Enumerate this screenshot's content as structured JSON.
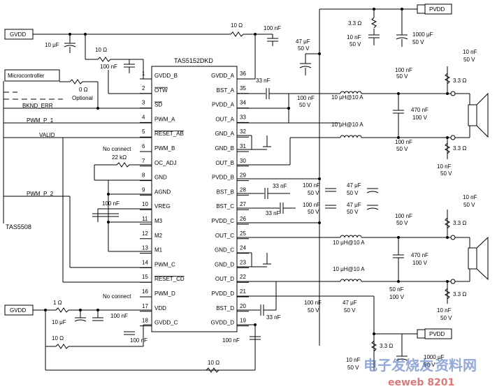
{
  "chip": {
    "name": "TAS5152DKD"
  },
  "controller": {
    "name": "TAS5508"
  },
  "left_boxes": {
    "gvdd_top": "GVDD",
    "gvdd_bottom": "GVDD",
    "microcontroller": "Microcontroller"
  },
  "left_signals": {
    "bknd_err": "BKND_ERR",
    "pwm_p1": "PWM_P_1",
    "valid": "VALID",
    "pwm_p2": "PWM_P_2",
    "optional": "Optional",
    "r0": "0 Ω"
  },
  "right_boxes": {
    "pvdd_top": "PVDD",
    "pvdd_bottom": "PVDD"
  },
  "pins_left": [
    {
      "num": "1",
      "name": "GVDD_B"
    },
    {
      "num": "2",
      "name": "OTW"
    },
    {
      "num": "3",
      "name": "SD"
    },
    {
      "num": "4",
      "name": "PWM_A"
    },
    {
      "num": "5",
      "name": "RESET_AB"
    },
    {
      "num": "6",
      "name": "PWM_B"
    },
    {
      "num": "7",
      "name": "OC_ADJ"
    },
    {
      "num": "8",
      "name": "GND"
    },
    {
      "num": "9",
      "name": "AGND"
    },
    {
      "num": "10",
      "name": "VREG"
    },
    {
      "num": "11",
      "name": "M3"
    },
    {
      "num": "12",
      "name": "M2"
    },
    {
      "num": "13",
      "name": "M1"
    },
    {
      "num": "14",
      "name": "PWM_C"
    },
    {
      "num": "15",
      "name": "RESET_CD"
    },
    {
      "num": "16",
      "name": "PWM_D"
    },
    {
      "num": "17",
      "name": "VDD"
    },
    {
      "num": "18",
      "name": "GVDD_C"
    }
  ],
  "pins_right": [
    {
      "num": "36",
      "name": "GVDD_A"
    },
    {
      "num": "35",
      "name": "BST_A"
    },
    {
      "num": "34",
      "name": "PVDD_A"
    },
    {
      "num": "33",
      "name": "OUT_A"
    },
    {
      "num": "32",
      "name": "GND_A"
    },
    {
      "num": "31",
      "name": "GND_B"
    },
    {
      "num": "30",
      "name": "OUT_B"
    },
    {
      "num": "29",
      "name": "PVDD_B"
    },
    {
      "num": "28",
      "name": "BST_B"
    },
    {
      "num": "27",
      "name": "BST_C"
    },
    {
      "num": "26",
      "name": "PVDD_C"
    },
    {
      "num": "25",
      "name": "OUT_C"
    },
    {
      "num": "24",
      "name": "GND_C"
    },
    {
      "num": "23",
      "name": "GND_D"
    },
    {
      "num": "22",
      "name": "OUT_D"
    },
    {
      "num": "21",
      "name": "PVDD_D"
    },
    {
      "num": "20",
      "name": "BST_D"
    },
    {
      "num": "19",
      "name": "GVDD_D"
    }
  ],
  "labels": {
    "r10_top": "10 Ω",
    "c100_top": "100 nF",
    "c10u_left": "10 μF",
    "r10_a": "10 Ω",
    "c100_a": "100 nF",
    "r33_top": "3.3 Ω",
    "c10n_top": "10 nF",
    "v50_top": "50 V",
    "c1000_top": "1000 μF",
    "v50_top2": "50 V",
    "c47_top": "47 μF",
    "v50_c47": "50 V",
    "c33_bst_a": "33 nF",
    "c100_pv_a": "100 nF",
    "v50_pv_a": "50 V",
    "l_a": "10 μH@10 A",
    "l_b": "10 μH@10 A",
    "c470_ab": "470 nF",
    "v100_ab": "100 V",
    "c100_sp_top": "100 nF",
    "v50_sp_top": "50 V",
    "r33_sp_top": "3.3 Ω",
    "c10n_sp_top": "10 nF",
    "v50_sp_top2": "50 V",
    "c100_sp_bot": "100 nF",
    "v50_sp_bot": "50 V",
    "r33_sp_bot": "3.3 Ω",
    "c10n_sp_bot": "10 nF",
    "v50_sp_bot2": "50 V",
    "nc1": "No connect",
    "r22k": "22 kΩ",
    "c100_vreg": "100 nF",
    "c33_bst_b": "33 nF",
    "c33_bst_c": "33 nF",
    "c100_b": "100 nF",
    "v50_b": "50 V",
    "c47_b": "47 μF",
    "v50_b2": "50 V",
    "c100_c": "100 nF",
    "v50_c": "50 V",
    "c47_c": "47 μF",
    "v50_c2": "50 V",
    "l_c": "10 μH@10 A",
    "l_d": "10 μH@10 A",
    "c470_cd": "470 nF",
    "v100_cd": "100 V",
    "c100_sp2_top": "100 nF",
    "v50_sp2_top": "50 V",
    "r33_sp2_top": "3.3 Ω",
    "c10n_sp2_top": "10 nF",
    "v50_sp2_top2": "50 V",
    "c50_sp2_bot": "50 nF",
    "v100_sp2_bot": "100 V",
    "r33_sp2_bot": "3.3 Ω",
    "c10n_sp2_bot": "10 nF",
    "v50_sp2_bot2": "50 V",
    "nc2": "No connect",
    "r1": "1 Ω",
    "c10u_b": "10 μF",
    "c100_vdd": "100 nF",
    "r10_b": "10 Ω",
    "c100_gv": "100 nF",
    "r10_bot": "10 Ω",
    "c100_bot": "100 nF",
    "c33_bst_d": "33 nF",
    "c100_d": "100 nF",
    "v50_d": "50 V",
    "c47_d": "47 μF",
    "v50_d2": "50 V",
    "r33_bot": "3.3 Ω",
    "c10n_bot": "10 nF",
    "v50_bot": "50 V",
    "c1000_bot": "1000 μF",
    "v50_bot2": "50 V"
  },
  "watermark": {
    "text1": "电子发烧友",
    "text2": "资料网",
    "text3": "eeweb 8201"
  }
}
